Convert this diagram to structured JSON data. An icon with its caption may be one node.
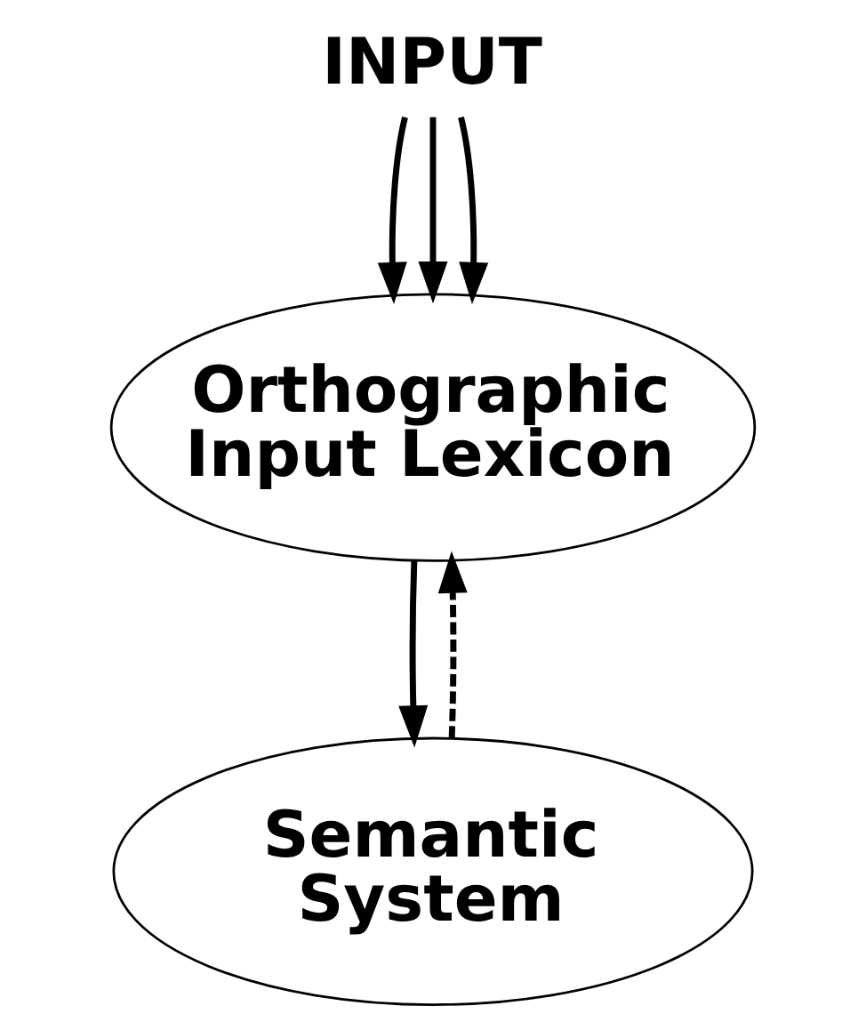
{
  "diagram": {
    "nodes": [
      {
        "text": [
          "INPUT"
        ]
      },
      {
        "text": [
          "Orthographic Input Lexicon"
        ]
      },
      {
        "text": [
          "Semantic System"
        ]
      }
    ],
    "edges": [
      {
        "from": 0,
        "to": 1,
        "arrow": "to"
      },
      {
        "from": 0,
        "to": 1,
        "arrow": "to"
      },
      {
        "from": 0,
        "to": 1,
        "arrow": "to"
      },
      {
        "from": 1,
        "to": 2,
        "arrow": "to"
      },
      {
        "from": 2,
        "to": 1,
        "arrow": "to",
        "style": "dashed"
      }
    ]
  }
}
